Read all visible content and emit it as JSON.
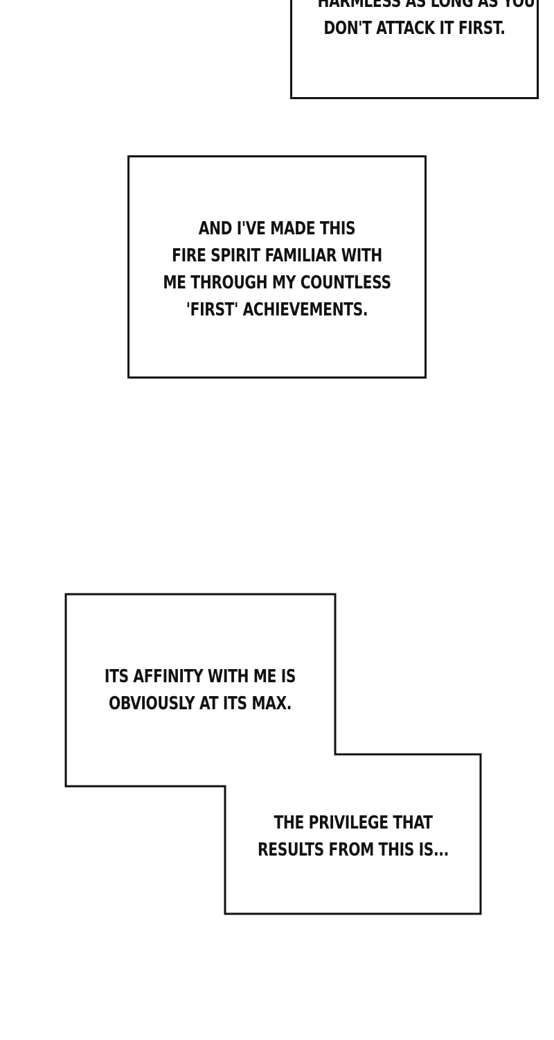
{
  "panels": [
    {
      "lines": [
        "HARMLESS AS LONG AS YOU",
        "DON'T ATTACK IT FIRST."
      ]
    },
    {
      "lines": [
        "AND I'VE MADE THIS",
        "FIRE SPIRIT FAMILIAR WITH",
        "ME THROUGH MY COUNTLESS",
        "'FIRST' ACHIEVEMENTS."
      ]
    },
    {
      "lines": [
        "ITS AFFINITY WITH ME IS",
        "OBVIOUSLY AT ITS MAX."
      ]
    },
    {
      "lines": [
        "THE PRIVILEGE THAT",
        "RESULTS FROM THIS IS..."
      ]
    }
  ],
  "colors": {
    "background": "#ffffff",
    "ink": "#111111"
  }
}
